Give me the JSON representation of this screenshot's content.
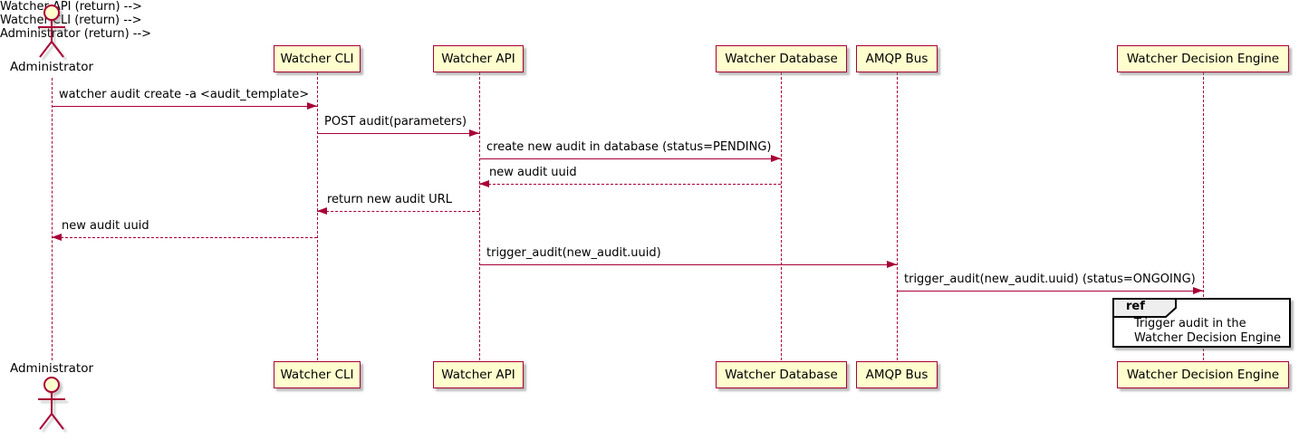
{
  "diagram_type": "sequence-diagram",
  "participants": [
    {
      "name": "Administrator",
      "kind": "actor"
    },
    {
      "name": "Watcher CLI",
      "kind": "participant"
    },
    {
      "name": "Watcher API",
      "kind": "participant"
    },
    {
      "name": "Watcher Database",
      "kind": "participant"
    },
    {
      "name": "AMQP Bus",
      "kind": "participant"
    },
    {
      "name": "Watcher Decision Engine",
      "kind": "participant"
    }
  ],
  "messages": [
    {
      "from": "Administrator",
      "to": "Watcher CLI",
      "label": "watcher audit create -a <audit_template>",
      "line": "solid",
      "direction": "right"
    },
    {
      "from": "Watcher CLI",
      "to": "Watcher API",
      "label": "POST audit(parameters)",
      "line": "solid",
      "direction": "right"
    },
    {
      "from": "Watcher API",
      "to": "Watcher Database",
      "label": "create new audit in database (status=PENDING)",
      "line": "solid",
      "direction": "right"
    },
    {
      "from": "Watcher Database",
      "to": "Watcher API",
      "label": "new audit uuid",
      "line": "dashed",
      "direction": "left"
    },
    {
      "from": "Watcher API",
      "to": "Watcher CLI",
      "label": "return new audit URL",
      "line": "dashed",
      "direction": "left"
    },
    {
      "from": "Watcher CLI",
      "to": "Administrator",
      "label": "new audit uuid",
      "line": "dashed",
      "direction": "left"
    },
    {
      "from": "Watcher API",
      "to": "AMQP Bus",
      "label": "trigger_audit(new_audit.uuid)",
      "line": "solid",
      "direction": "right"
    },
    {
      "from": "AMQP Bus",
      "to": "Watcher Decision Engine",
      "label": "trigger_audit(new_audit.uuid) (status=ONGOING)",
      "line": "solid",
      "direction": "right"
    }
  ],
  "ref_fragment": {
    "keyword": "ref",
    "line1": "Trigger audit in the",
    "line2": "Watcher Decision Engine",
    "over": "Watcher Decision Engine"
  },
  "colors": {
    "participant_fill": "#FEFECE",
    "participant_border": "#A80036",
    "lifeline_color": "#A80036",
    "arrow_color": "#A80036",
    "text_color": "#000000",
    "ref_border": "#000000",
    "ref_fill": "#FFFFFF",
    "ref_tab_fill": "#EEEEEE",
    "bg_color": "#FFFFFF"
  }
}
